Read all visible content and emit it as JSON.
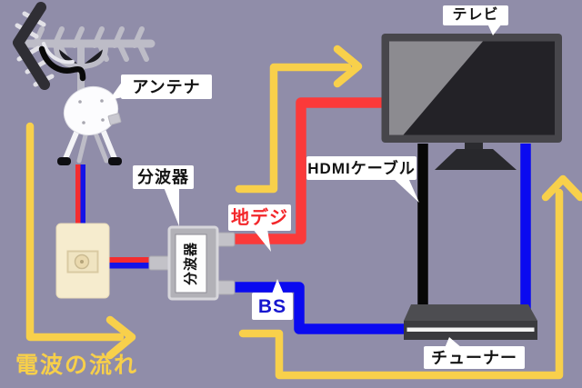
{
  "diagram": {
    "background_color": "#908da9",
    "colors": {
      "flow_yellow": "#f8d04b",
      "terrestrial_red": "#fb3a3a",
      "bs_blue": "#0a0af0",
      "hdmi_black": "#070707",
      "label_bg": "#ffffff",
      "label_text": "#131313",
      "outlet_cream": "#f6ecce"
    },
    "nodes": {
      "antenna": {
        "label": "アンテナ"
      },
      "splitter": {
        "callout_label": "分波器",
        "device_label": "分波器"
      },
      "tv": {
        "label": "テレビ"
      },
      "tuner": {
        "label": "チューナー"
      }
    },
    "cables": {
      "terrestrial": {
        "label": "地デジ",
        "color": "#fb3a3a"
      },
      "bs": {
        "label": "BS",
        "color": "#0a0af0"
      },
      "hdmi": {
        "label": "HDMIケーブル",
        "color": "#070707"
      }
    },
    "flow": {
      "caption": "電波の流れ",
      "color": "#f8d04b"
    }
  }
}
